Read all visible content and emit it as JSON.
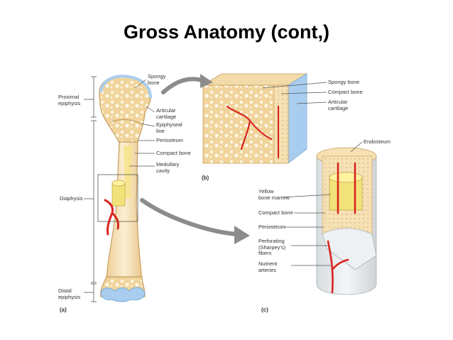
{
  "title": "Gross Anatomy (cont,)",
  "panel_a": {
    "label": "(a)",
    "left_labels": {
      "proximal_epiphysis": "Proximal\nepiphysis",
      "diaphysis": "Diaphysis",
      "distal_epiphysis": "Distal\nepiphysis"
    },
    "right_labels": {
      "spongy_bone": "Spongy\nbone",
      "articular_cartilage": "Articular\ncartilage",
      "epiphyseal_line": "Epiphyseal\nline",
      "periosteum": "Periosteum",
      "compact_bone": "Compact bone",
      "medullary_cavity": "Medullary\ncavity"
    }
  },
  "panel_b": {
    "label": "(b)",
    "labels": {
      "spongy_bone": "Spongy bone",
      "compact_bone": "Compact bone",
      "articular_cartilage": "Articular\ncartilage"
    }
  },
  "panel_c": {
    "label": "(c)",
    "labels": {
      "endosteum": "Endosteum",
      "yellow_bone_marrow": "Yellow\nbone marrow",
      "compact_bone": "Compact bone",
      "periosteum": "Periosteum",
      "perforating_fibers": "Perforating\n(Sharpey's)\nfibers",
      "nutrient_arteries": "Nutrient\narteries"
    }
  },
  "colors": {
    "bone": "#f3dcae",
    "spongy": "#efd39a",
    "marrow": "#f2e27a",
    "artery": "#d9251d",
    "cartilage": "#a9cdee",
    "callout_arrow": "#8c8c8c",
    "periosteum": "#dfe3e6"
  }
}
